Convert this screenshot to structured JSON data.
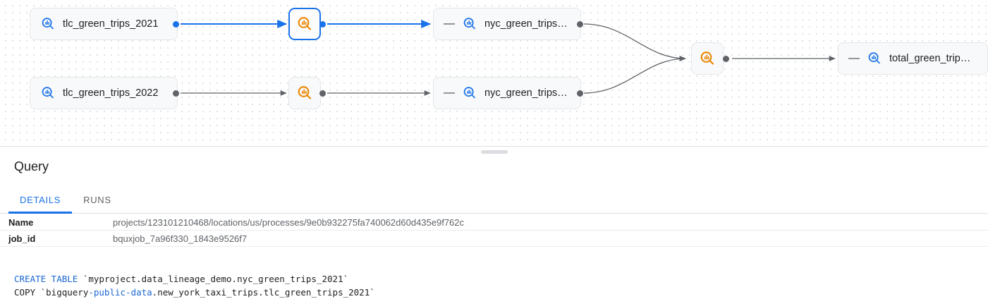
{
  "graph": {
    "nodes": [
      {
        "id": "src2021",
        "type": "table",
        "label": "tlc_green_trips_2021",
        "collapse": "",
        "selected": false
      },
      {
        "id": "src2022",
        "type": "table",
        "label": "tlc_green_trips_2022",
        "collapse": "",
        "selected": false
      },
      {
        "id": "proc1",
        "type": "process",
        "label": "",
        "selected": true
      },
      {
        "id": "proc2",
        "type": "process",
        "label": "",
        "selected": false
      },
      {
        "id": "nyc2021",
        "type": "table",
        "label": "nyc_green_trips…",
        "collapse": "—",
        "selected": false
      },
      {
        "id": "nyc2022",
        "type": "table",
        "label": "nyc_green_trips…",
        "collapse": "—",
        "selected": false
      },
      {
        "id": "procM",
        "type": "process",
        "label": "",
        "selected": false
      },
      {
        "id": "total",
        "type": "table",
        "label": "total_green_trip…",
        "collapse": "—",
        "selected": false
      }
    ],
    "icons": {
      "table": "data-search-icon",
      "process": "process-search-icon",
      "collapse": "collapse-icon"
    },
    "colors": {
      "accent": "#1a73e8",
      "process": "#ea8600",
      "edge": "#5f6368",
      "node_bg": "#f8f9fa"
    }
  },
  "panel": {
    "title": "Query",
    "tabs": [
      {
        "id": "details",
        "label": "DETAILS",
        "active": true
      },
      {
        "id": "runs",
        "label": "RUNS",
        "active": false
      }
    ],
    "details": [
      {
        "key": "Name",
        "value": "projects/123101210468/locations/us/processes/9e0b932275fa740062d60d435e9f762c"
      },
      {
        "key": "job_id",
        "value": "bquxjob_7a96f330_1843e9526f7"
      }
    ],
    "sql": {
      "line1_kw": "CREATE TABLE",
      "line1_rest": " `myproject.data_lineage_demo.nyc_green_trips_2021`",
      "line2_a": "COPY `bigquery",
      "line2_kw": "-public-data",
      "line2_b": ".new_york_taxi_trips.tlc_green_trips_2021`"
    }
  }
}
